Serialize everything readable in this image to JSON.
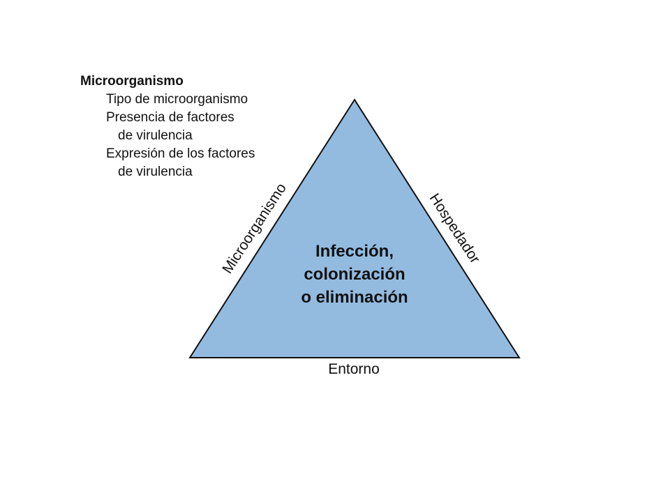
{
  "legend": {
    "title": "Microorganismo",
    "items": [
      {
        "line1": "Tipo de microorganismo",
        "line2": ""
      },
      {
        "line1": "Presencia de factores",
        "line2": "de virulencia"
      },
      {
        "line1": "Expresión de los factores",
        "line2": "de virulencia"
      }
    ]
  },
  "triangle": {
    "fill_color": "#93bbe0",
    "stroke_color": "#111111",
    "center_text": [
      "Infección,",
      "colonización",
      "o eliminación"
    ],
    "edges": {
      "left": "Microorganismo",
      "right": "Hospedador",
      "bottom": "Entorno"
    }
  }
}
